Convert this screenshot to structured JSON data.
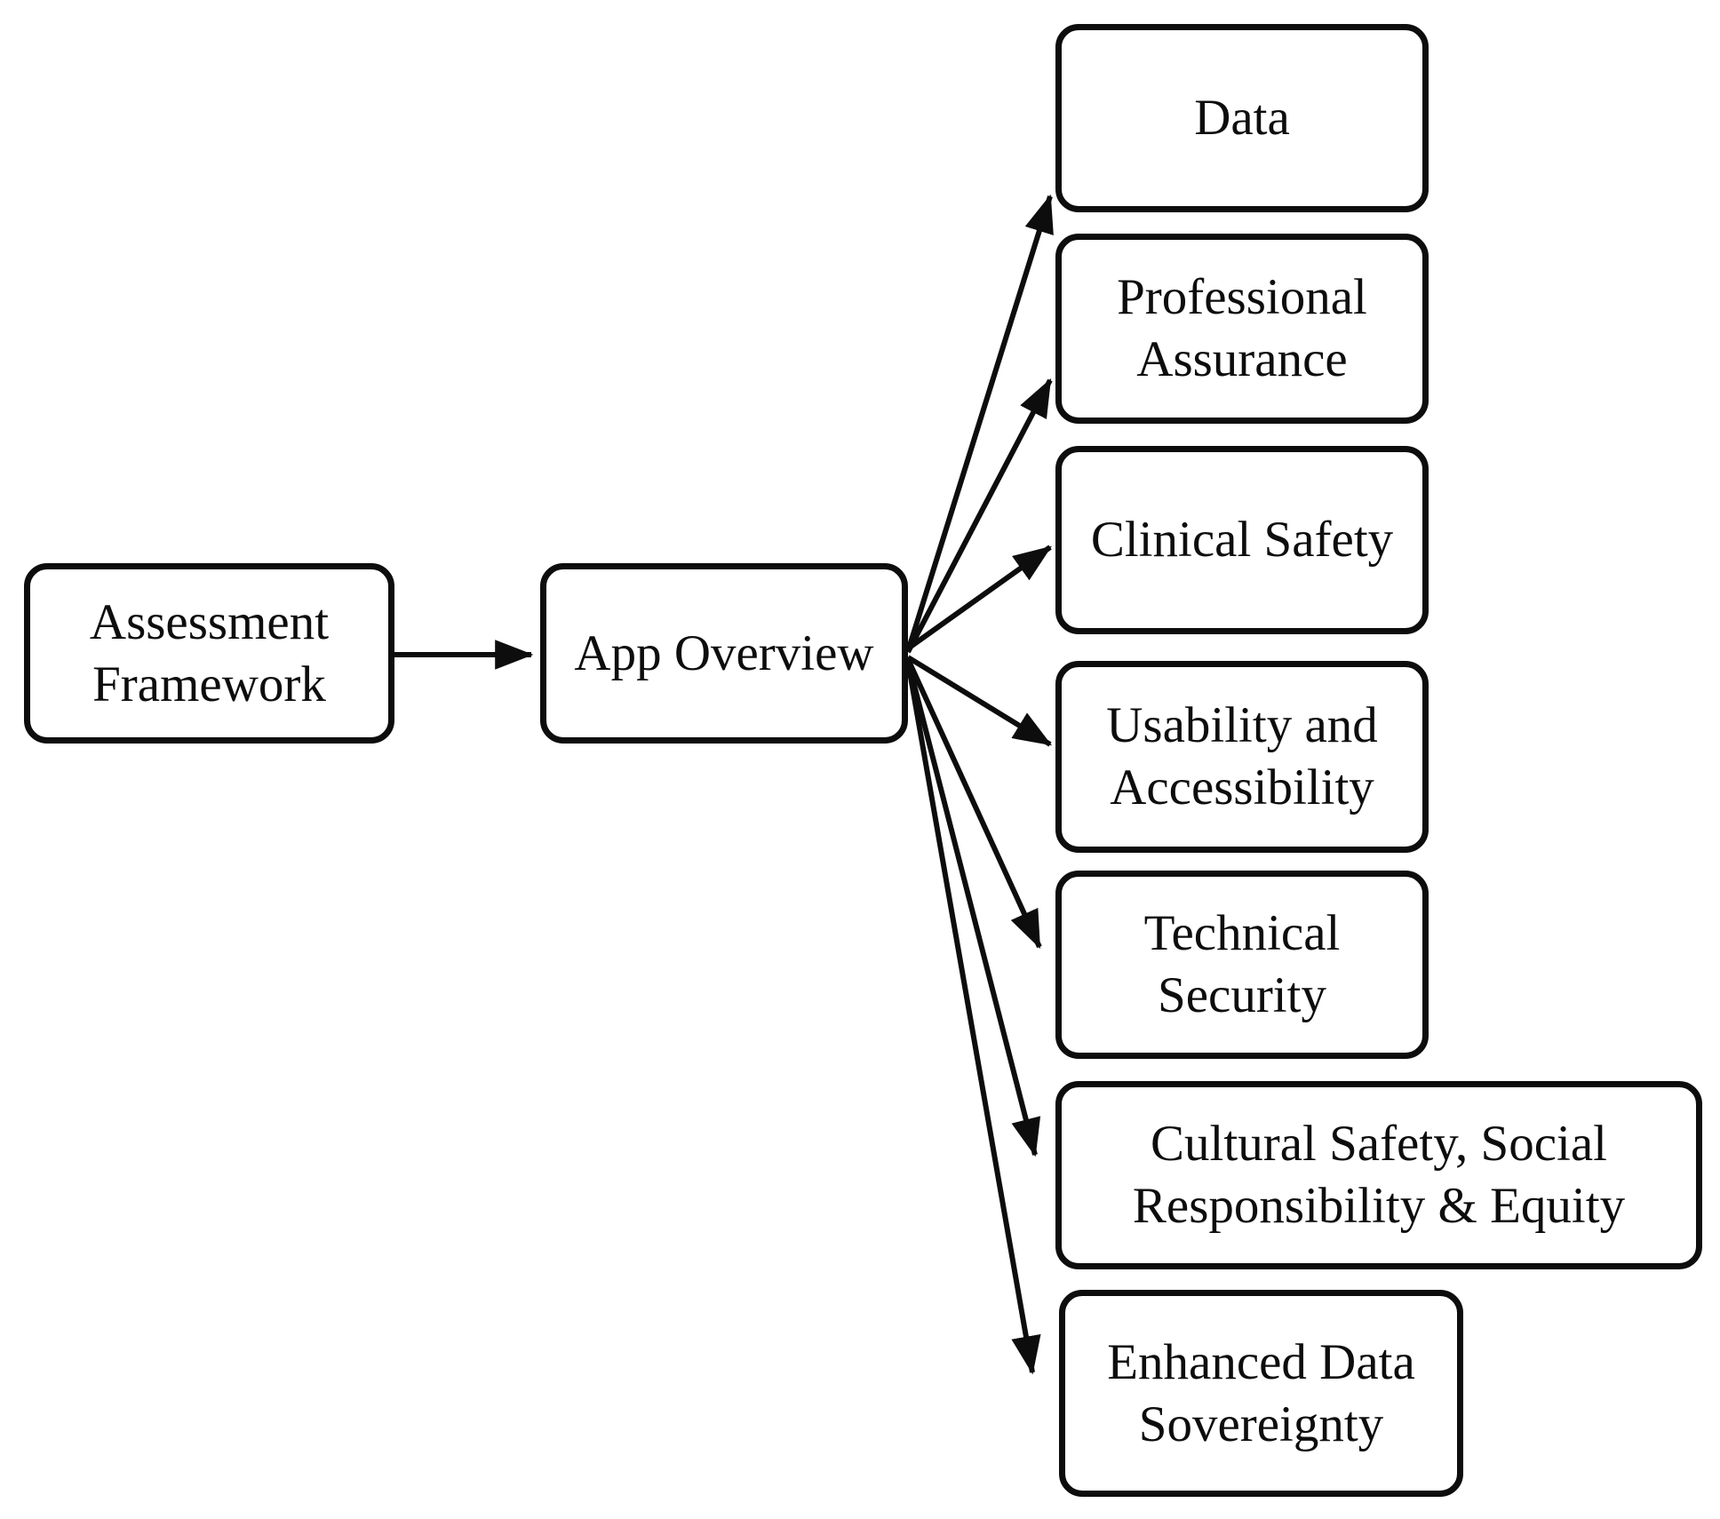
{
  "diagram": {
    "type": "flowchart",
    "colors": {
      "background": "#ffffff",
      "node_fill": "#ffffff",
      "node_border": "#0d0d0d",
      "text": "#0d0d0d",
      "arrow": "#0d0d0d"
    },
    "nodes": [
      {
        "id": "assessment-framework",
        "label": "Assessment\nFramework"
      },
      {
        "id": "app-overview",
        "label": "App Overview"
      },
      {
        "id": "data",
        "label": "Data"
      },
      {
        "id": "professional-assurance",
        "label": "Professional\nAssurance"
      },
      {
        "id": "clinical-safety",
        "label": "Clinical Safety"
      },
      {
        "id": "usability-accessibility",
        "label": "Usability and\nAccessibility"
      },
      {
        "id": "technical-security",
        "label": "Technical\nSecurity"
      },
      {
        "id": "cultural-safety",
        "label": "Cultural Safety, Social\nResponsibility & Equity"
      },
      {
        "id": "enhanced-data-sovereignty",
        "label": "Enhanced Data\nSovereignty"
      }
    ],
    "edges": [
      {
        "from": "assessment-framework",
        "to": "app-overview"
      },
      {
        "from": "app-overview",
        "to": "data"
      },
      {
        "from": "app-overview",
        "to": "professional-assurance"
      },
      {
        "from": "app-overview",
        "to": "clinical-safety"
      },
      {
        "from": "app-overview",
        "to": "usability-accessibility"
      },
      {
        "from": "app-overview",
        "to": "technical-security"
      },
      {
        "from": "app-overview",
        "to": "cultural-safety"
      },
      {
        "from": "app-overview",
        "to": "enhanced-data-sovereignty"
      }
    ]
  }
}
